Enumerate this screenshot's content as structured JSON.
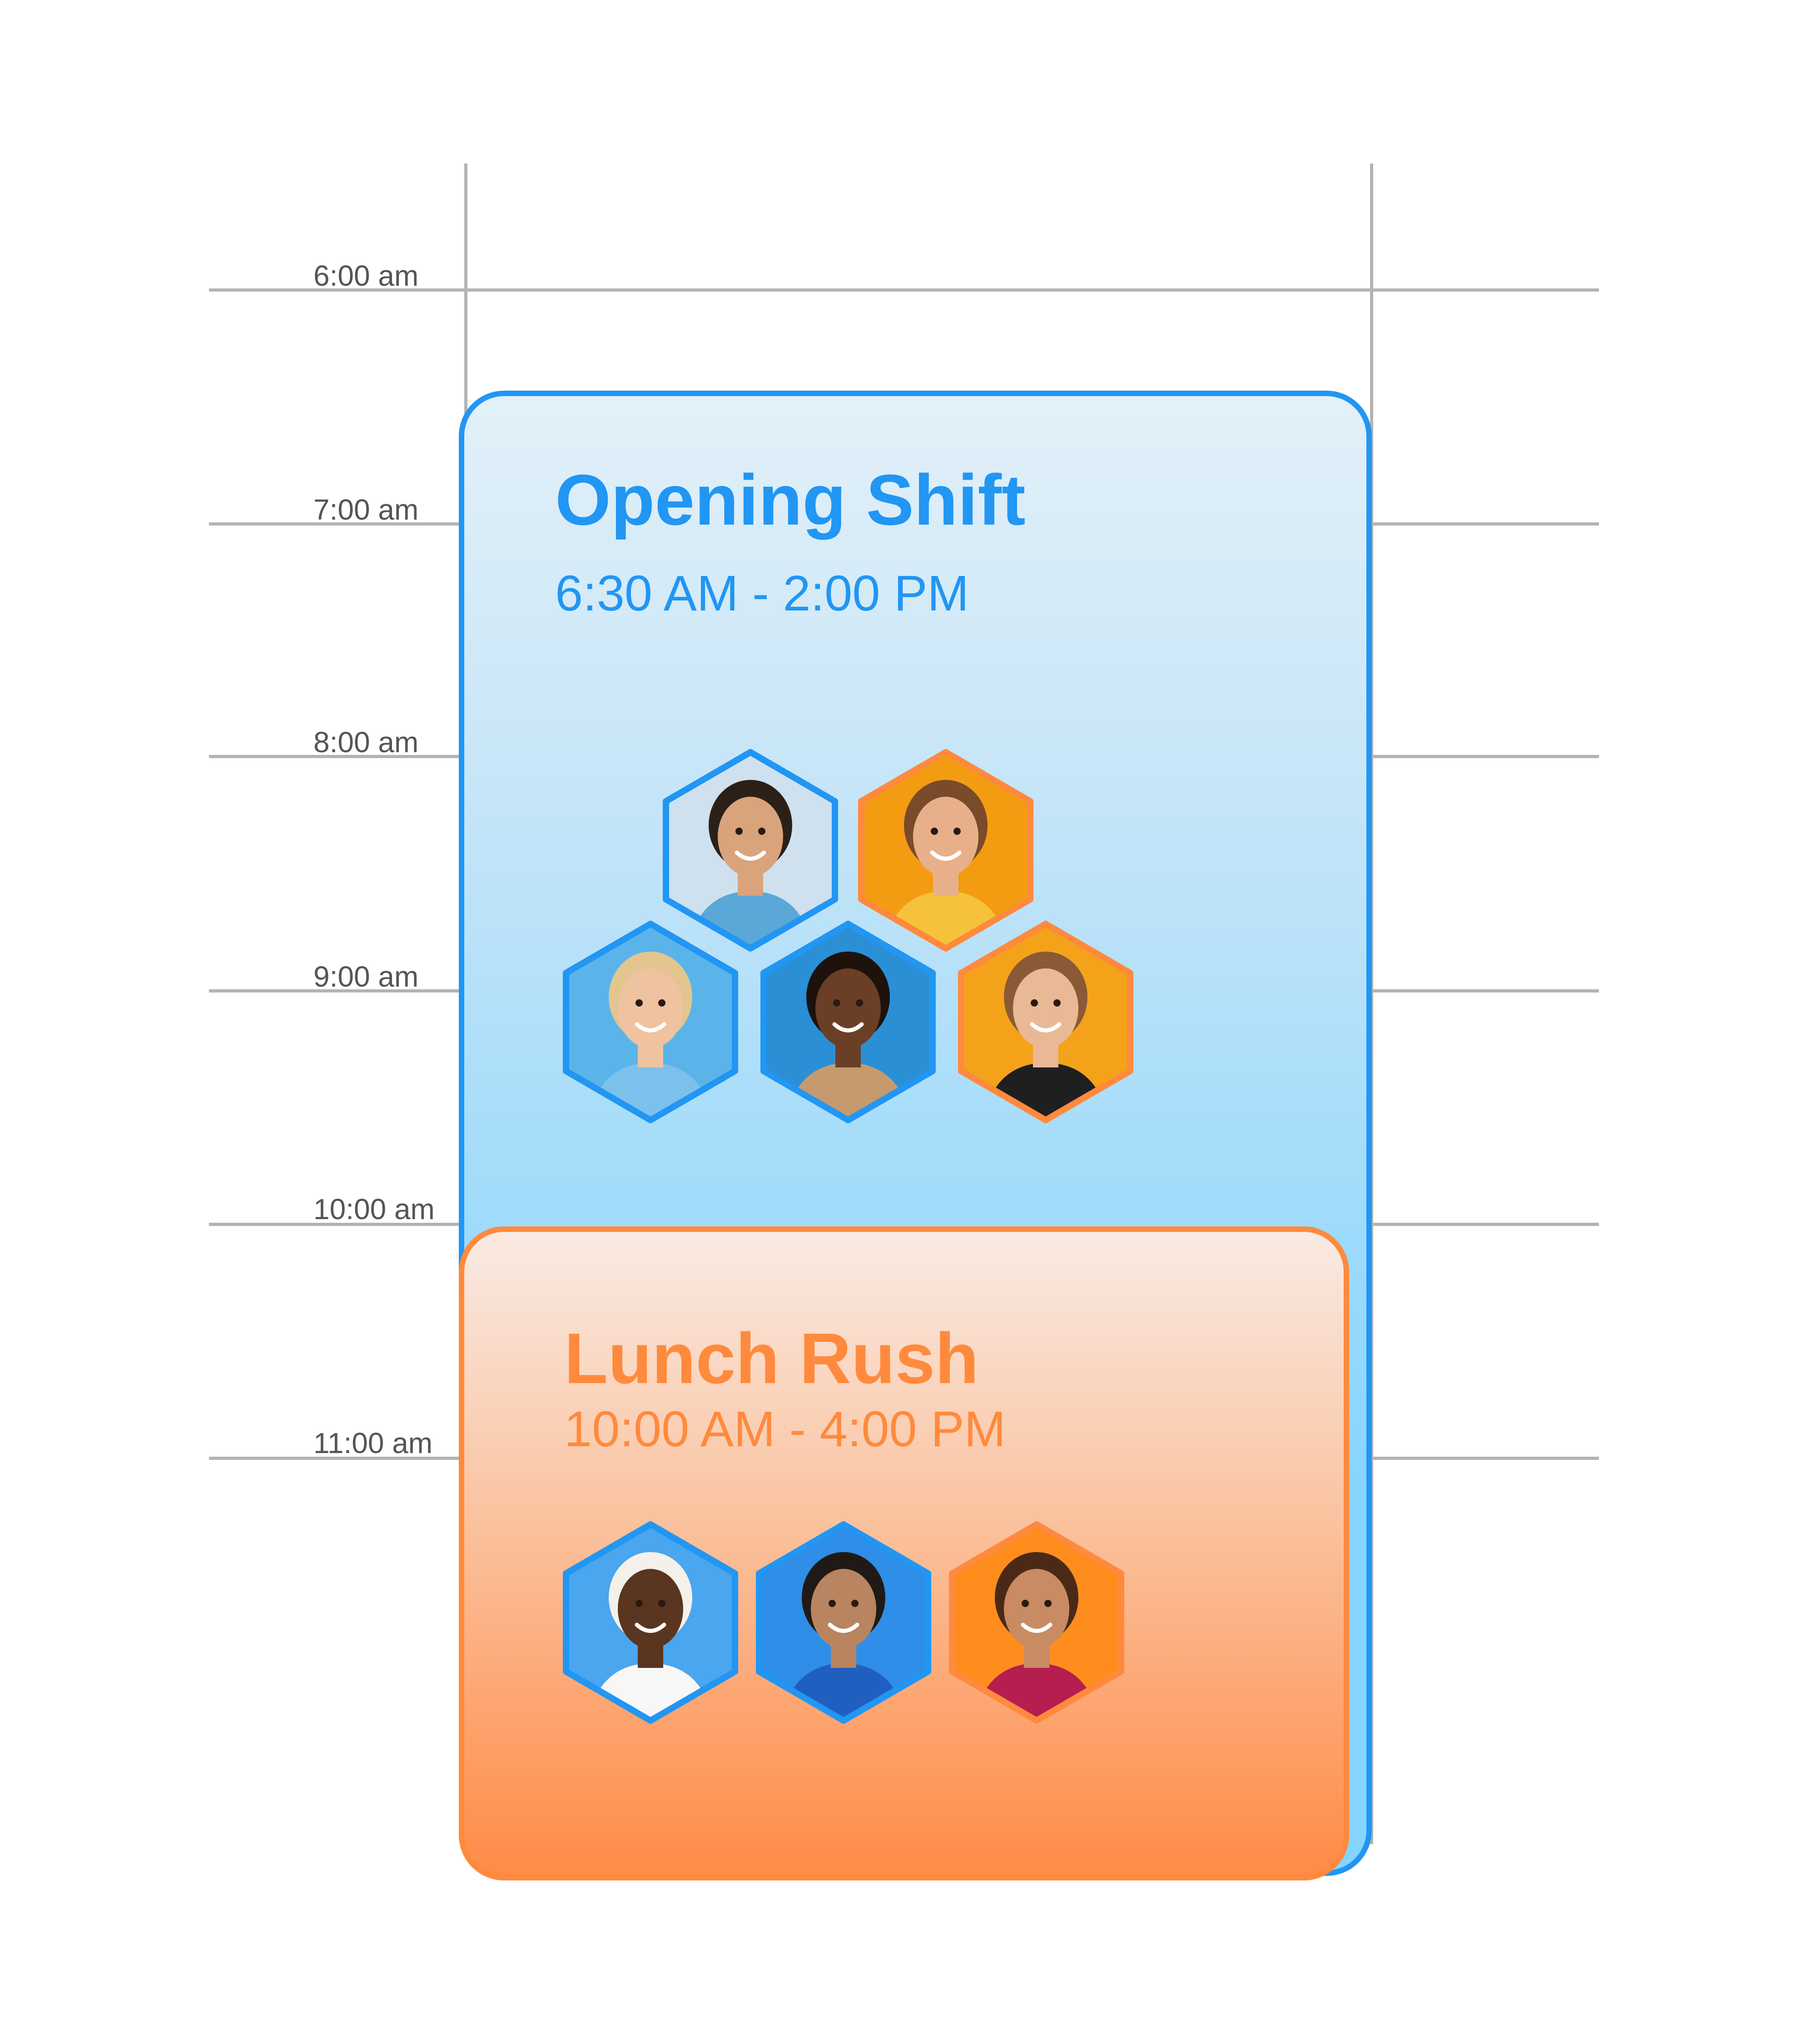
{
  "timeline": {
    "labels": [
      "6:00 am",
      "7:00 am",
      "8:00 am",
      "9:00 am",
      "10:00 am",
      "11:00 am"
    ]
  },
  "shifts": {
    "opening": {
      "title": "Opening Shift",
      "time": "6:30 AM - 2:00 PM",
      "color": "#2196f3",
      "staff": [
        {
          "avatar": "man-blue-polo-avatar",
          "frame": "blue",
          "bg": "#cfe1ef",
          "skin": "#d9a37c",
          "hair": "#2b2018",
          "shirt": "#5aa8d8"
        },
        {
          "avatar": "young-man-yellow-hoodie-avatar",
          "frame": "orange",
          "bg": "#f39c12",
          "skin": "#e8b08a",
          "hair": "#7a4b2a",
          "shirt": "#f7c23b"
        },
        {
          "avatar": "woman-blonde-blue-sweater-avatar",
          "frame": "blue",
          "bg": "#5ab4ea",
          "skin": "#efc2a0",
          "hair": "#e2c58f",
          "shirt": "#7bc1ec"
        },
        {
          "avatar": "woman-curly-hair-avatar",
          "frame": "blue",
          "bg": "#2b8fd6",
          "skin": "#6b3f26",
          "hair": "#1d120c",
          "shirt": "#c59a6f"
        },
        {
          "avatar": "woman-long-hair-black-top-avatar",
          "frame": "orange",
          "bg": "#f5a21b",
          "skin": "#e9b996",
          "hair": "#8a5a36",
          "shirt": "#1f1f1f"
        }
      ]
    },
    "lunch": {
      "title": "Lunch Rush",
      "time": "10:00 AM - 4:00 PM",
      "color": "#ff8a3d",
      "staff": [
        {
          "avatar": "man-white-hat-avatar",
          "frame": "blue",
          "bg": "#4aa6ee",
          "skin": "#5a3520",
          "hair": "#f4f1ea",
          "shirt": "#f7f7f7"
        },
        {
          "avatar": "man-glasses-blue-shirt-avatar",
          "frame": "blue",
          "bg": "#2f8ee8",
          "skin": "#b98460",
          "hair": "#1f1a16",
          "shirt": "#1f5fc0"
        },
        {
          "avatar": "woman-headphones-phone-avatar",
          "frame": "orange",
          "bg": "#ff8d1e",
          "skin": "#c98b63",
          "hair": "#4a2a17",
          "shirt": "#b51e4e"
        }
      ]
    }
  }
}
